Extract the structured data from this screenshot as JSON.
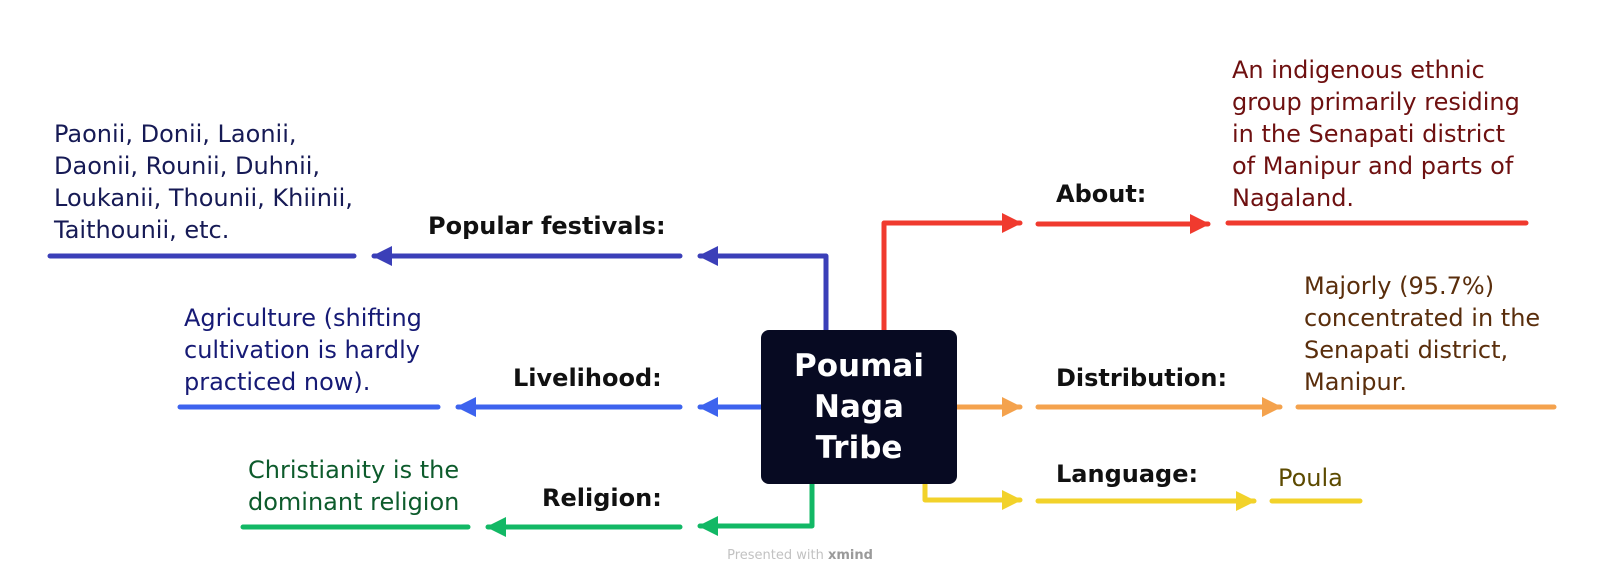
{
  "center": {
    "title": "Poumai\nNaga\nTribe"
  },
  "branches": {
    "about": {
      "label": "About:",
      "text": "An indigenous ethnic group primarily residing in the Senapati district of Manipur and parts of Nagaland.",
      "color": "#f03a2e"
    },
    "distribution": {
      "label": "Distribution:",
      "text": "Majorly (95.7%) concentrated in the Senapati district, Manipur.",
      "color": "#f4a24d",
      "text_color": "#5a2e0c"
    },
    "language": {
      "label": "Language:",
      "text": "Poula",
      "color": "#f2d22a",
      "text_color": "#5c4a00"
    },
    "festivals": {
      "label": "Popular festivals:",
      "text": "Paonii, Donii, Laonii, Daonii, Rounii, Duhnii, Loukanii, Thounii, Khiinii, Taithounii, etc.",
      "color": "#3b3fb8",
      "text_color": "#161a55"
    },
    "livelihood": {
      "label": "Livelihood:",
      "text": "Agriculture (shifting cultivation is hardly practiced now).",
      "color": "#3d63ee",
      "text_color": "#161a75"
    },
    "religion": {
      "label": "Religion:",
      "text": "Christianity is the dominant religion",
      "color": "#12b865",
      "text_color": "#0d5b2c"
    }
  },
  "footer": {
    "prefix": "Presented with",
    "brand": "xmind"
  }
}
